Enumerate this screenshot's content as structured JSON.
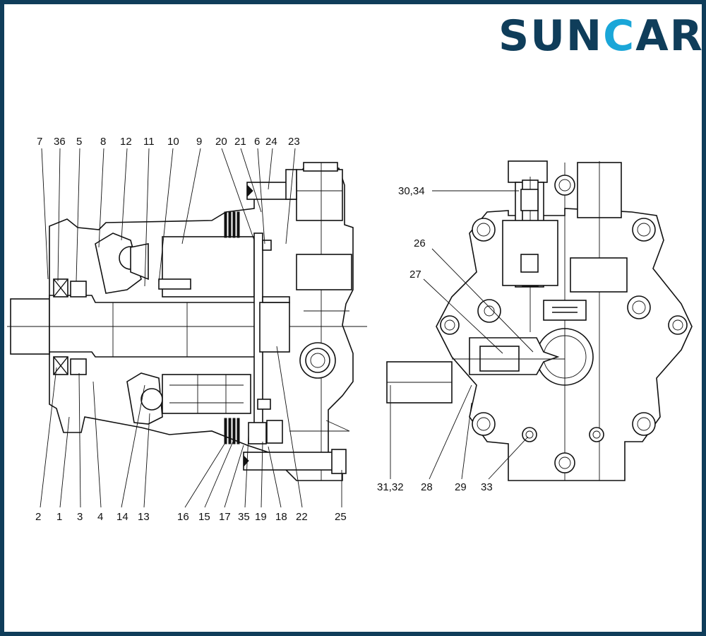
{
  "logo": {
    "prefix": "SUN",
    "c": "C",
    "suffix": "AR",
    "brand_color": "#0f3d5a",
    "accent_color": "#1aa6d8"
  },
  "border_color": "#0f3d5a",
  "top_labels": [
    "7",
    "36",
    "5",
    "8",
    "12",
    "11",
    "10",
    "9",
    "20",
    "21",
    "6",
    "24",
    "23"
  ],
  "bottom_labels": [
    "2",
    "1",
    "3",
    "4",
    "14",
    "13",
    "16",
    "15",
    "17",
    "35",
    "19",
    "18",
    "22",
    "25"
  ],
  "right_labels": {
    "l3034": "30,34",
    "l26": "26",
    "l27": "27",
    "l3132": "31,32",
    "l28": "28",
    "l29": "29",
    "l33": "33"
  }
}
